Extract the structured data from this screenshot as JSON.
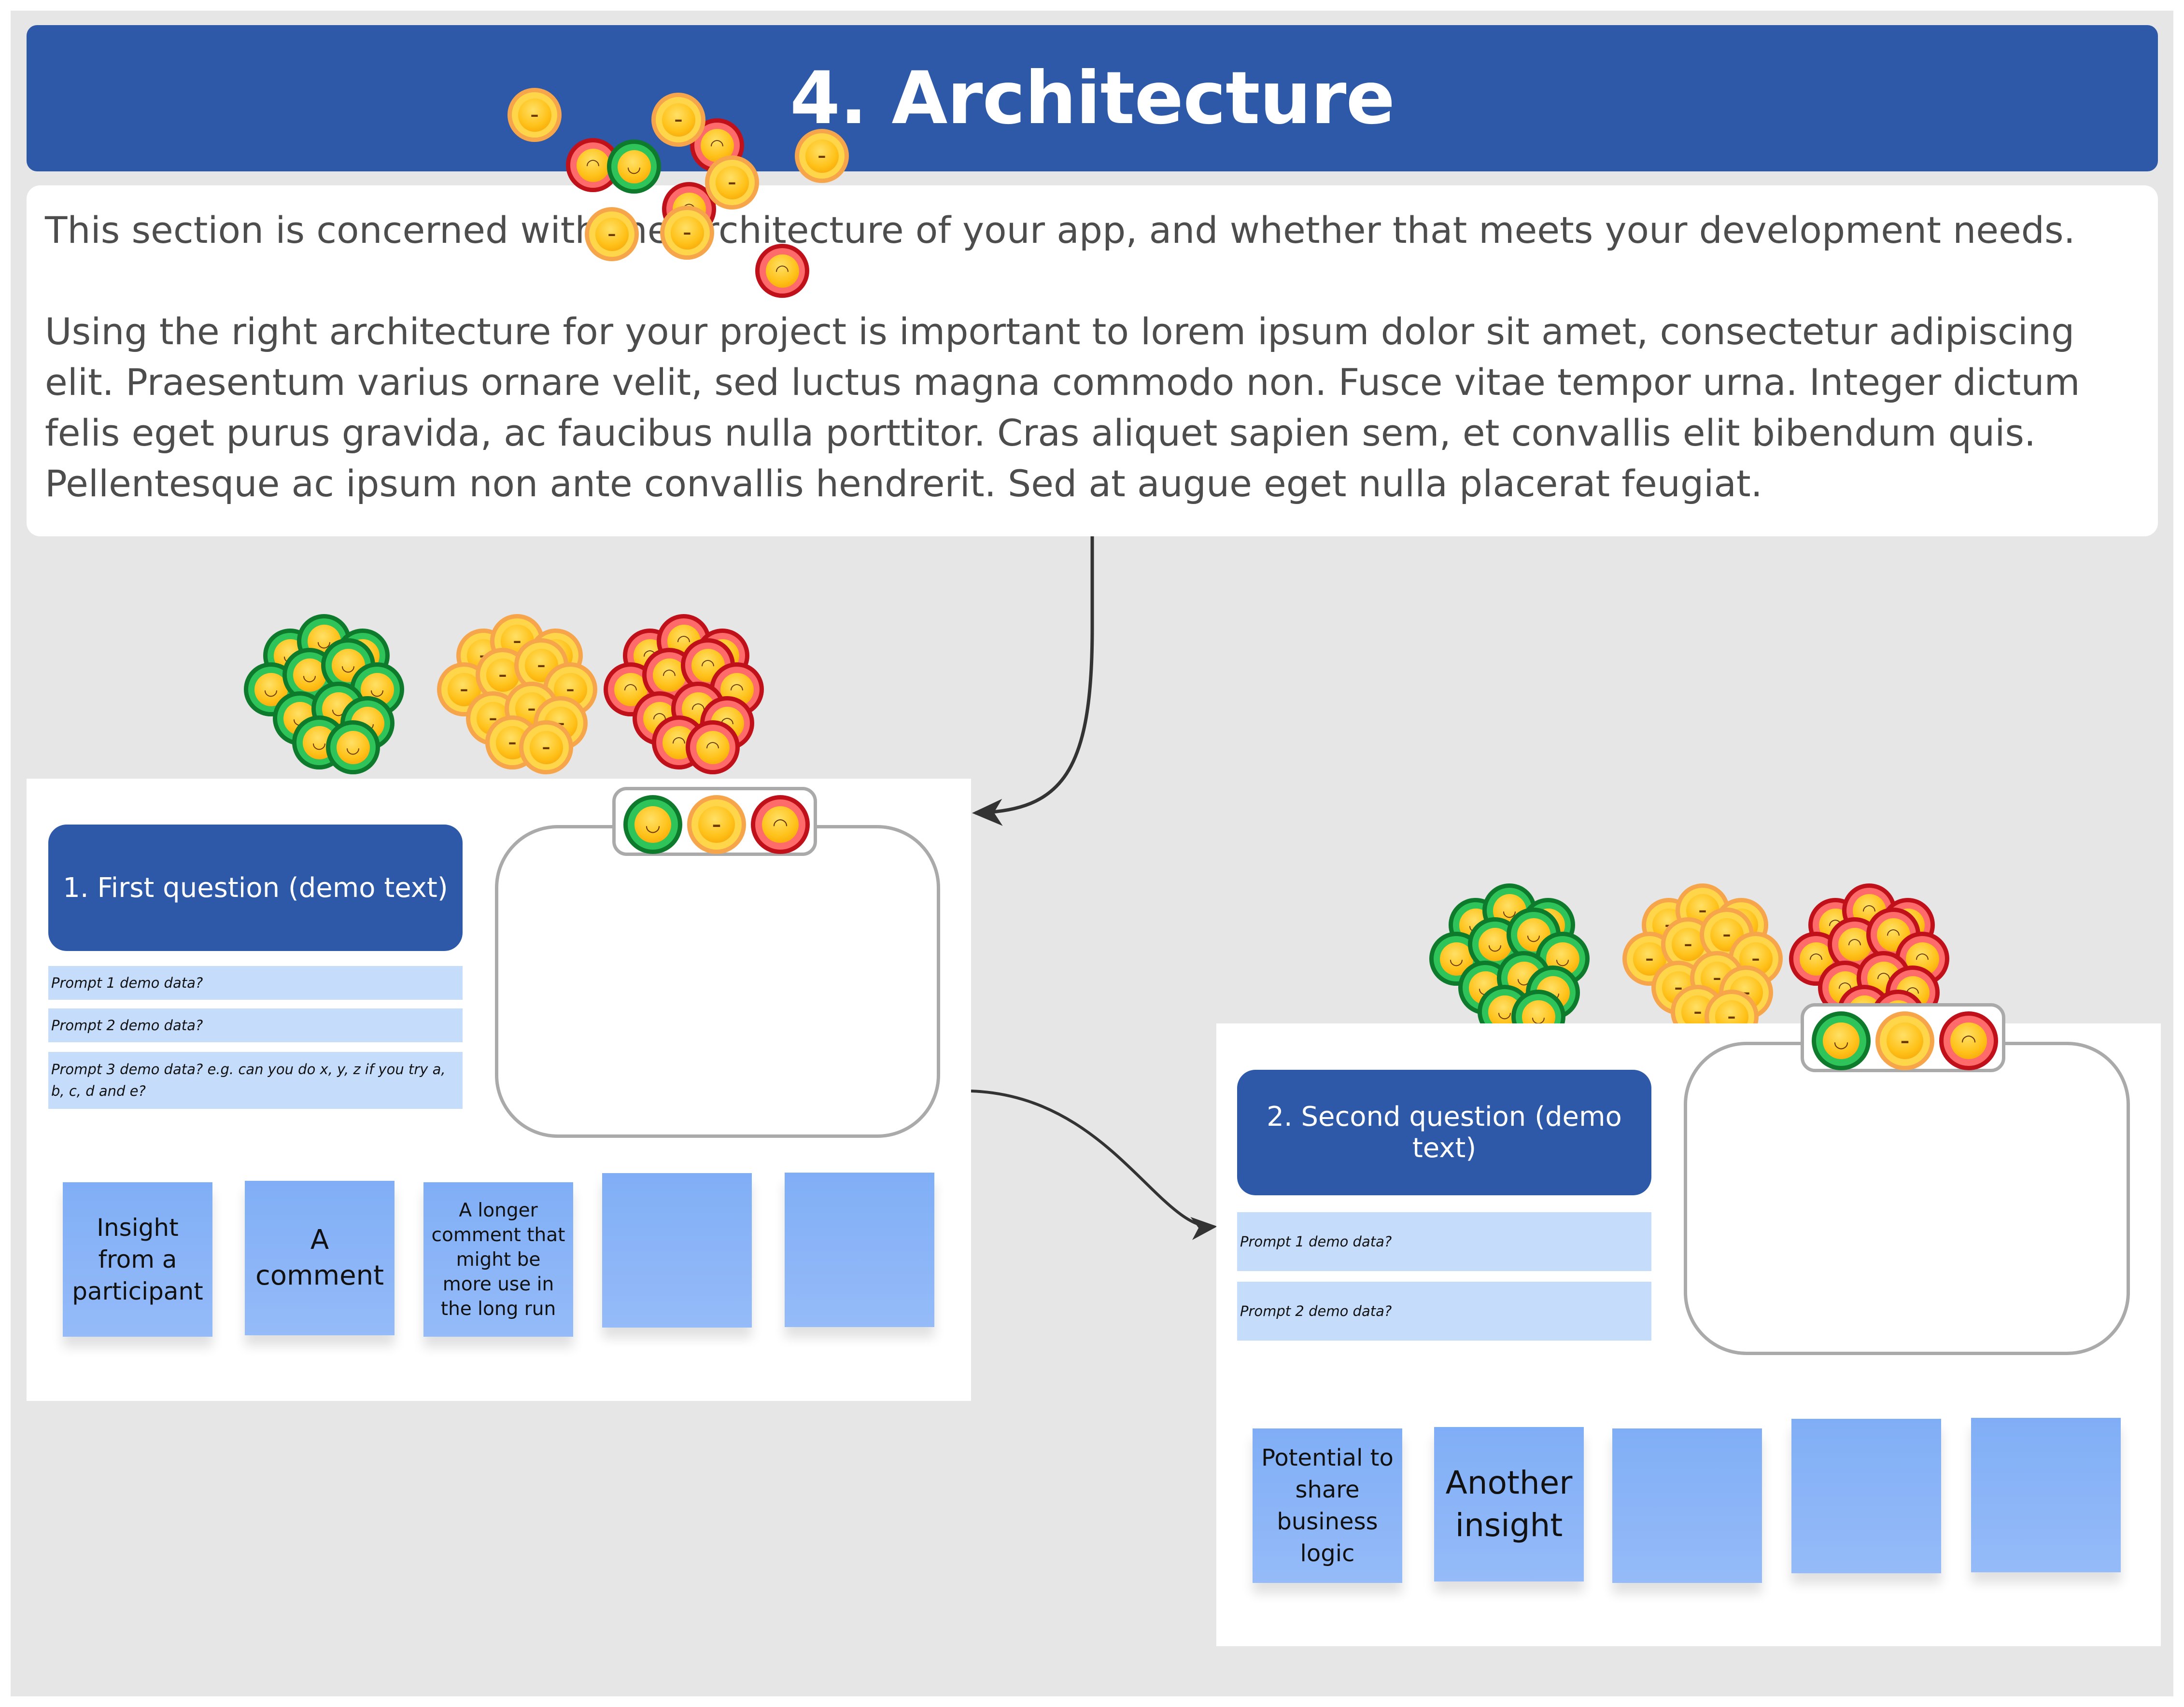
{
  "header": {
    "title": "4. Architecture"
  },
  "description": {
    "paragraphs": [
      "This section is concerned with the architecture of your app, and whether that meets your development needs.",
      "Using the right architecture for your project is important to lorem ipsum dolor sit amet, consectetur adipiscing elit. Praesentum varius ornare velit, sed luctus magna commodo non. Fusce vitae tempor urna. Integer dictum felis eget purus gravida, ac faucibus nulla porttitor. Cras aliquet sapien sem, et convallis elit bibendum quis. Pellentesque ac ipsum non ante convallis hendrerit. Sed at augue eget nulla placerat feugiat."
    ]
  },
  "sentiment_icons": {
    "positive": {
      "icon": "smiling-face-icon",
      "glyph": "◡",
      "ring_color": "#0d7a2c",
      "fill_color": "#2ec45a"
    },
    "neutral": {
      "icon": "neutral-face-icon",
      "glyph": "–",
      "ring_color": "#f7a54a",
      "fill_color": "#ffd64a"
    },
    "negative": {
      "icon": "frowning-face-icon",
      "glyph": "◠",
      "ring_color": "#c0111b",
      "fill_color": "#ff6b6b"
    }
  },
  "colors": {
    "header_bg": "#2e59a8",
    "canvas_bg": "#e6e6e6",
    "prompt_bg": "#c5dcfb",
    "sticky_bg": "#86b2f7",
    "connector": "#333333"
  },
  "questions": [
    {
      "title": "1. First question (demo text)",
      "prompts": [
        "Prompt 1 demo data?",
        "Prompt 2 demo data?",
        "Prompt 3 demo data? e.g. can you do x, y, z if you try a, b, c, d and e?"
      ],
      "legend": [
        "positive",
        "neutral",
        "negative"
      ],
      "votes": [
        "negative",
        "negative",
        "neutral",
        "negative",
        "neutral",
        "negative"
      ],
      "vote_counts": {
        "positive": 0,
        "neutral": 2,
        "negative": 4
      },
      "stickies": [
        "Insight from a participant",
        "A comment",
        "A longer comment that might be more use in the long run",
        "",
        ""
      ]
    },
    {
      "title": "2. Second question (demo text)",
      "prompts": [
        "Prompt 1 demo data?",
        "Prompt 2 demo data?"
      ],
      "legend": [
        "positive",
        "neutral",
        "negative"
      ],
      "votes": [
        "neutral",
        "neutral",
        "positive",
        "neutral",
        "neutral"
      ],
      "vote_counts": {
        "positive": 1,
        "neutral": 4,
        "negative": 0
      },
      "stickies": [
        "Potential to share business logic",
        "Another insight",
        "",
        "",
        ""
      ]
    }
  ]
}
